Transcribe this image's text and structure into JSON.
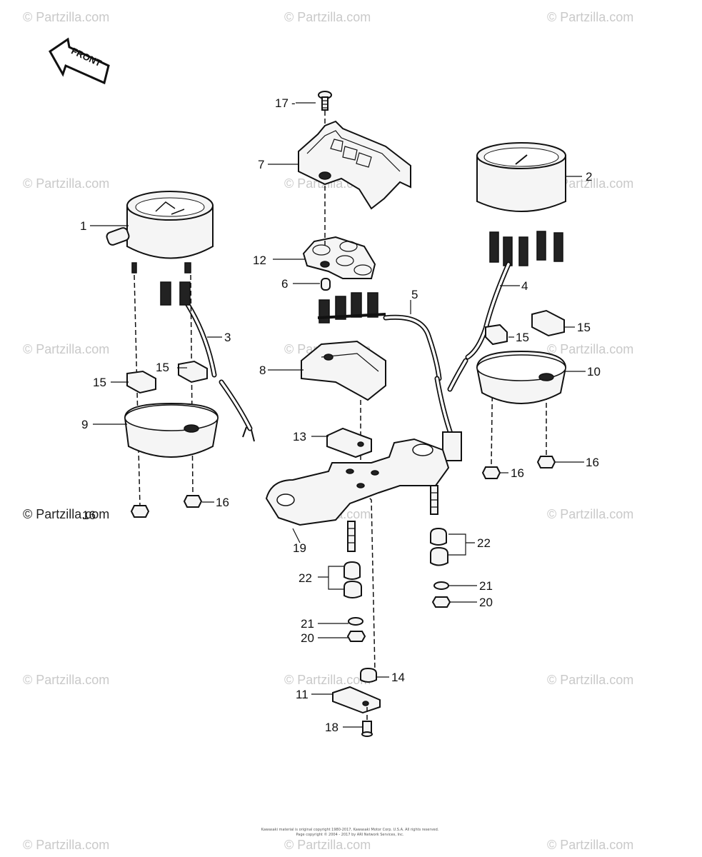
{
  "watermark": "© Partzilla.com",
  "front_label": "FRONT",
  "callouts": [
    "17",
    "7",
    "2",
    "1",
    "12",
    "6",
    "5",
    "4",
    "3",
    "15",
    "8",
    "9",
    "10",
    "13",
    "16",
    "19",
    "22",
    "21",
    "20",
    "14",
    "11",
    "18"
  ],
  "copyright_lines": [
    "Kawasaki material is original copyright 1980-2017, Kawasaki Motor Corp. U.S.A. All rights reserved.",
    "Page copyright © 2004 - 2017 by ARI Network Services, Inc."
  ]
}
